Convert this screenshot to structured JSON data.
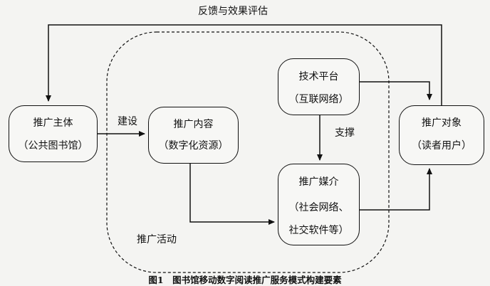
{
  "feedback_label": "反馈与效果评估",
  "build_label": "建设",
  "support_label": "支撑",
  "activity_label": "推广活动",
  "nodes": {
    "subject": {
      "title": "推广主体",
      "sub": "（公共图书馆）"
    },
    "content": {
      "title": "推广内容",
      "sub": "（数字化资源）"
    },
    "platform": {
      "title": "技术平台",
      "sub": "（互联网络）"
    },
    "media": {
      "title": "推广媒介",
      "sub": "（社会网络、",
      "sub2": "社交软件等）"
    },
    "target": {
      "title": "推广对象",
      "sub": "（读者用户）"
    }
  },
  "caption": "图1　图书馆移动数字阅读推广服务模式构建要素"
}
